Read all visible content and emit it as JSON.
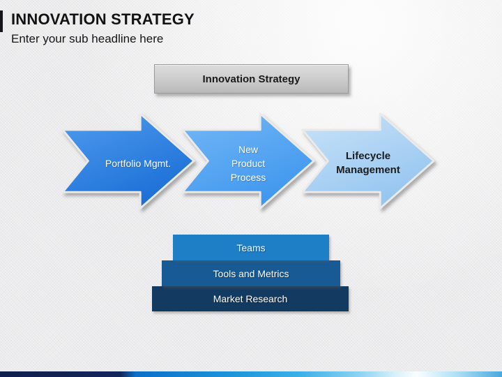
{
  "slide": {
    "title": "INNOVATION STRATEGY",
    "subtitle": "Enter your sub headline here",
    "header_box": {
      "label": "Innovation Strategy",
      "bg_top": "#dcdcdc",
      "bg_bottom": "#b9b9b9"
    },
    "arrows": [
      {
        "name": "portfolio-mgmt",
        "lines": [
          "Portfolio Mgmt."
        ],
        "fill_top": "#4f9bee",
        "fill_bottom": "#1b6fd6",
        "text_color": "#ffffff"
      },
      {
        "name": "new-product-process",
        "lines": [
          "New",
          "Product",
          "Process"
        ],
        "fill_top": "#74b7f6",
        "fill_bottom": "#3f97ee",
        "text_color": "#ffffff"
      },
      {
        "name": "lifecycle-management",
        "lines": [
          "Lifecycle",
          "Management"
        ],
        "fill_top": "#c9e3f8",
        "fill_bottom": "#95c5f0",
        "text_color": "#1c1c1c"
      }
    ],
    "stack_bars": [
      {
        "label": "Teams",
        "color": "#1e7ec6"
      },
      {
        "label": "Tools and Metrics",
        "color": "#175a94"
      },
      {
        "label": "Market Research",
        "color": "#133a60"
      }
    ],
    "colors": {
      "accent_bar": "#15151a",
      "footer_gradient": "linear-gradient(90deg,#101e4d 0%,#13265c 24%,#0c6fc8 27%,#1d94da 46%,#3cb0e8 60%,#8fd4f2 72%,#d9f1fa 79%,#f9feff 83%,#aee0f5 91%,#47a9dd 100%)"
    }
  }
}
